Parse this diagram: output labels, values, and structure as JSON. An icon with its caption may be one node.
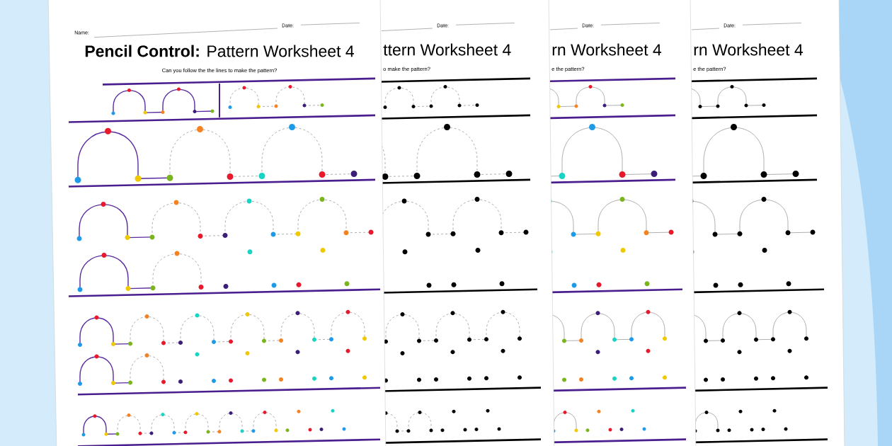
{
  "diagram": {
    "title": "**Pencil Control:** Pattern Worksheet 4",
    "labels": [
      "Name:",
      "Date:",
      "Can you follow the the lines to make the pattern?",
      "Date:",
      "ttern Worksheet 4",
      "o make the pattern?",
      "Date:",
      "rn Worksheet 4",
      "e the pattern?",
      "Date:",
      "rn Worksheet 4",
      "e the pattern?"
    ]
  }
}
